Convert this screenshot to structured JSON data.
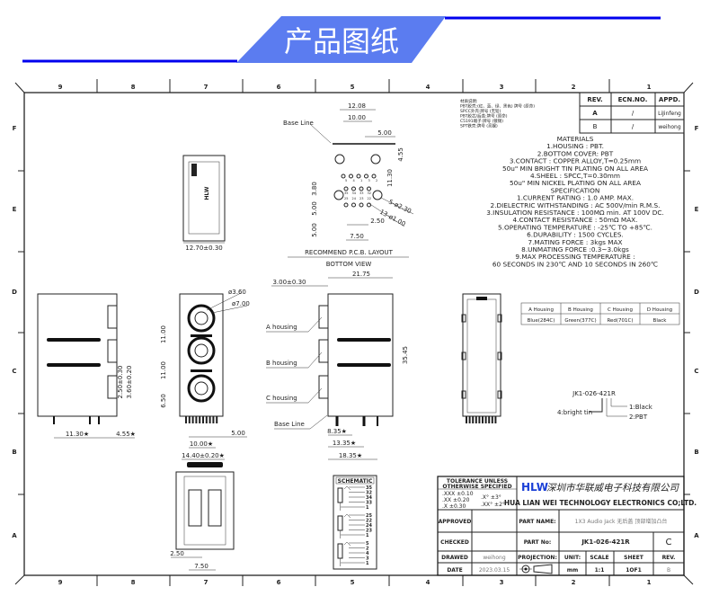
{
  "banner": {
    "title": "产品图纸",
    "accent": "#5b7cf0",
    "line_color": "#0000ee"
  },
  "columns": [
    "9",
    "8",
    "7",
    "6",
    "5",
    "4",
    "3",
    "2",
    "1"
  ],
  "rows": [
    "F",
    "E",
    "D",
    "C",
    "B",
    "A"
  ],
  "notes_cn": [
    "材质说明:",
    "PBT胶壳:(红、蓝、绿、黑色) 牌号 (原命)",
    "SPCC外壳:牌号 (无铅)",
    "PBT胶芯/后盖:牌号 (原命)",
    "C5191端子:牌号 (镀锡)",
    "SPT铁壳:牌号 (亮镍)"
  ],
  "revision_table": {
    "headers": [
      "REV.",
      "ECN.NO.",
      "APPD."
    ],
    "rows": [
      [
        "A",
        "/",
        "LiJinfeng"
      ],
      [
        "B",
        "/",
        "weihong"
      ]
    ]
  },
  "materials": [
    "MATERIALS",
    "1.HOUSING : PBT.",
    "2.BOTTOM COVER: PBT",
    "3.CONTACT : COPPER ALLOY,T=0.25mm",
    "50u\" MIN BRIGHT TIN PLATING ON ALL AREA",
    "4.SHEEL : SPCC,T=0.30mm",
    "50u\" MIN NICKEL PLATING ON ALL AREA",
    "SPECIFICATION",
    "1.CURRENT RATING : 1.0 AMP. MAX.",
    "2.DIELECTRIC WITHSTANDING : AC 500V/min R.M.S.",
    "3.INSULATION RESISTANCE : 100MΩ min. AT 100V DC.",
    "4.CONTACT RESISTANCE : 50mΩ MAX.",
    "5.OPERATING TEMPERATURE : -25℃ TO +85℃.",
    "6.DURABILITY : 1500 CYCLES.",
    "7.MATING FORCE : 3kgs MAX",
    "8.UNMATING FORCE :0.3~3.0kgs",
    "9.MAX PROCESSING TEMPERATURE :",
    "60 SECONDS IN 230℃ AND 10 SECONDS IN 260℃"
  ],
  "pcb_layout": {
    "base_line": "Base Line",
    "dims": [
      "12.08",
      "10.00",
      "5.00",
      "3.80",
      "5.00",
      "5.00",
      "11.30",
      "4.55",
      "5-ø2.30",
      "13-ø1.00",
      "2.50",
      "7.50"
    ],
    "caption": "RECOMMEND P.C.B. LAYOUT",
    "subcaption": "BOTTOM VIEW",
    "pins_top": [
      "5",
      "4",
      "1",
      "3",
      "2"
    ],
    "pins_mid": [
      "35",
      "34",
      "33",
      "32"
    ],
    "pins_low": [
      "25",
      "24",
      "23",
      "22"
    ]
  },
  "small_view": {
    "logo": "HLW",
    "dim": "12.70±0.30"
  },
  "left_view": {
    "dims": [
      "11.30★",
      "4.55★",
      "2.50±0.30",
      "3.60±0.20"
    ]
  },
  "front_view": {
    "dims": [
      "ø3.60",
      "ø7.00",
      "11.00",
      "11.00",
      "6.50",
      "5.00",
      "10.00★",
      "14.40±0.20★"
    ]
  },
  "side_view": {
    "dims": [
      "21.75",
      "3.00±0.30",
      "35.45",
      "8.35★",
      "13.35★",
      "18.35★"
    ],
    "labels": [
      "A housing",
      "B housing",
      "C housing",
      "Base Line"
    ]
  },
  "bottom_view": {
    "dims": [
      "2.50",
      "7.50"
    ]
  },
  "schematic": {
    "title": "SCHEMATIC",
    "groups": [
      [
        "35",
        "32",
        "34",
        "33",
        "1"
      ],
      [
        "25",
        "22",
        "24",
        "23",
        "1"
      ],
      [
        "5",
        "2",
        "4",
        "3",
        "1"
      ]
    ]
  },
  "housing_table": {
    "headers": [
      "A Housing",
      "B Housing",
      "C Housing",
      "D Housing"
    ],
    "values": [
      "Blue(284C)",
      "Green(377C)",
      "Red(701C)",
      "Black"
    ]
  },
  "part_code": {
    "code": "JK1-026-421R",
    "callouts": [
      "1:Black",
      "2:PBT",
      "4:bright tin"
    ]
  },
  "title_block": {
    "tolerance_title": [
      "TOLERANCE UNLESS",
      "OTHERWISE SPECIFIED"
    ],
    "tolerances": [
      ".XXX ±0.10",
      ".XX  ±0.20",
      ".X   ±0.30",
      ".X°  ±3°",
      ".XX°  ±2°"
    ],
    "logo": "HLW",
    "company_cn": "深圳市华联威电子科技有限公司",
    "company_en": "HUA LIAN WEI TECHNOLOGY ELECTRONICS CO;LTD.",
    "approved": "APPROVED",
    "checked": "CHECKED",
    "drawed": "DRAWED",
    "drawed_by": "weihong",
    "date_label": "DATE",
    "date": "2023.03.15",
    "part_name_label": "PART NAME:",
    "part_name": "1X3 Audio Jack 无后盖 顶部增加凸台",
    "part_no_label": "PART No:",
    "part_no": "JK1-026-421R",
    "part_rev": "C",
    "projection": "PROJECTION:",
    "unit_label": "UNIT:",
    "unit": "mm",
    "scale_label": "SCALE",
    "scale": "1:1",
    "sheet_label": "SHEET",
    "sheet": "1OF1",
    "rev_label": "REV.",
    "rev": "B"
  }
}
